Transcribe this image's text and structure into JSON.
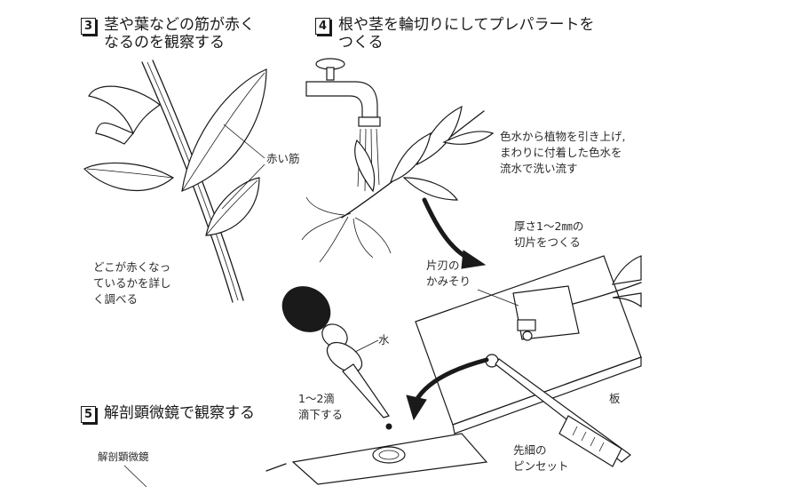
{
  "steps": [
    {
      "num": "3",
      "title1": "茎や葉などの筋が赤く",
      "title2": "なるのを観察する"
    },
    {
      "num": "4",
      "title1": "根や茎を輪切りにしてプレパラートを",
      "title2": "つくる"
    },
    {
      "num": "5",
      "title1": "解剖顕微鏡で観察する"
    }
  ],
  "labels": {
    "red_vein": "赤い筋",
    "where_red": [
      "どこが赤くなっ",
      "ているかを詳し",
      "く調べる"
    ],
    "wash": [
      "色水から植物を引き上げ,",
      "まわりに付着した色水を",
      "流水で洗い流す"
    ],
    "thickness": [
      "厚さ1～2㎜の",
      "切片をつくる"
    ],
    "razor": [
      "片刃の",
      "かみそり"
    ],
    "water": "水",
    "drops": [
      "1～2滴",
      "滴下する"
    ],
    "board": "板",
    "tweezers": [
      "先細の",
      "ピンセット"
    ],
    "microscope": "解剖顕微鏡"
  }
}
